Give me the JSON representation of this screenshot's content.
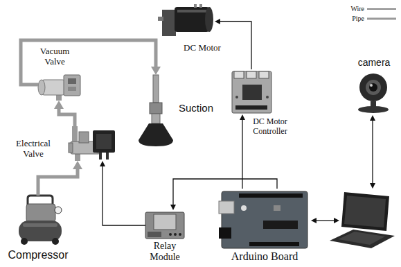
{
  "diagram": {
    "nodes": [
      {
        "text": [
          "DC Motor"
        ]
      },
      {
        "text": [
          "Vacuum Valve"
        ]
      },
      {
        "text": [
          "camera"
        ]
      },
      {
        "text": [
          "Suction"
        ]
      },
      {
        "text": [
          "DC Motor Controller"
        ]
      },
      {
        "text": [
          "Electrical Valve"
        ]
      },
      {
        "text": [
          "Compressor"
        ]
      },
      {
        "text": [
          "Relay Module"
        ]
      },
      {
        "text": [
          "Arduino Board"
        ]
      }
    ],
    "edges": [
      {
        "from": 6,
        "to": 5,
        "arrow": "to"
      },
      {
        "from": 5,
        "to": 1,
        "arrow": "to"
      },
      {
        "from": 1,
        "to": 3,
        "arrow": "to"
      },
      {
        "from": 8,
        "to": 4,
        "arrow": "to"
      },
      {
        "from": 4,
        "to": 0,
        "arrow": "to"
      },
      {
        "from": 8,
        "to": 7,
        "arrow": "to"
      },
      {
        "from": 7,
        "to": 5,
        "arrow": "to"
      }
    ],
    "legend": [
      {
        "text": "Wire"
      },
      {
        "text": "Pipe"
      }
    ]
  }
}
